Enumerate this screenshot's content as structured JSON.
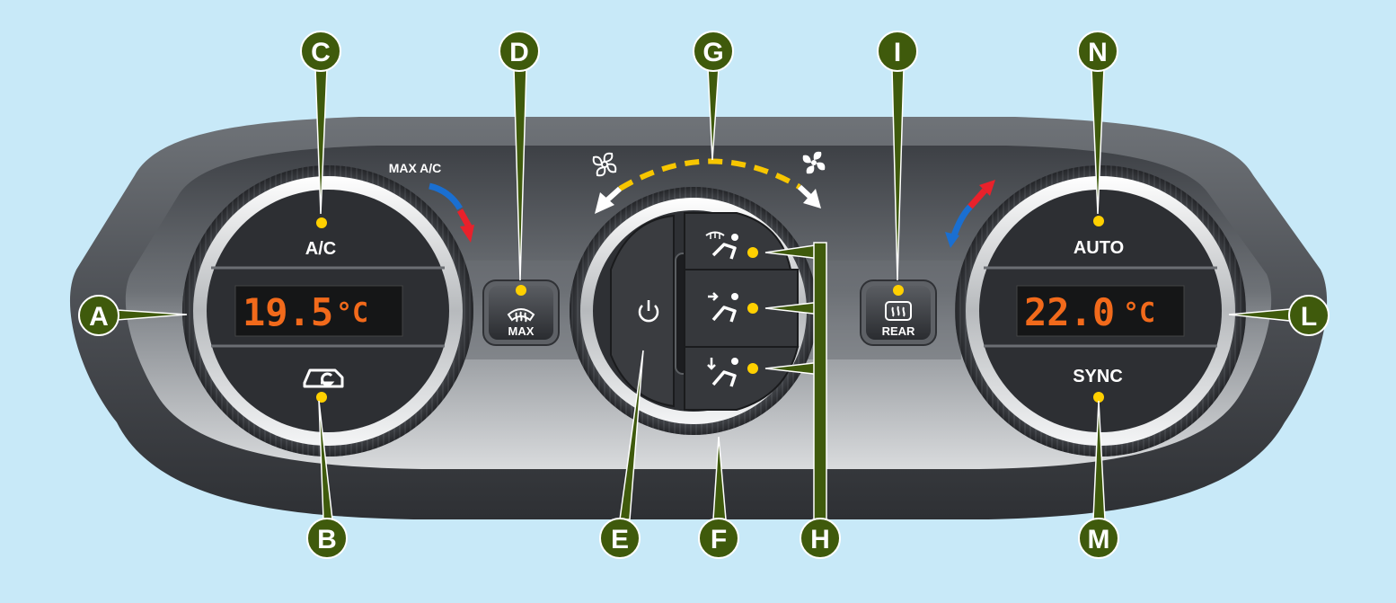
{
  "left_panel": {
    "ac_label": "A/C",
    "temperature": "19.5",
    "unit": "°C",
    "max_ac_label": "MAX A/C"
  },
  "center_panel": {
    "defrost_max_label": "MAX"
  },
  "rear_defrost": {
    "label": "REAR"
  },
  "right_panel": {
    "auto_label": "AUTO",
    "temperature": "22.0",
    "unit": "°C",
    "sync_label": "SYNC"
  },
  "callouts": {
    "a": "A",
    "b": "B",
    "c": "C",
    "d": "D",
    "e": "E",
    "f": "F",
    "g": "G",
    "h": "H",
    "i": "I",
    "l": "L",
    "m": "M",
    "n": "N"
  },
  "colors": {
    "background": "#c8e9f8",
    "callout_fill": "#3f5a0c",
    "indicator": "#ffd000",
    "display_digits": "#f26a1b",
    "cold_arrow": "#1a6fd1",
    "hot_arrow": "#e8212b",
    "fan_arc": "#f7c600"
  },
  "icons": [
    "recirculation-icon",
    "windshield-defrost-icon",
    "power-icon",
    "fan-low-icon",
    "fan-high-icon",
    "vent-defrost-face-icon",
    "vent-face-icon",
    "vent-feet-icon",
    "rear-defrost-icon"
  ]
}
